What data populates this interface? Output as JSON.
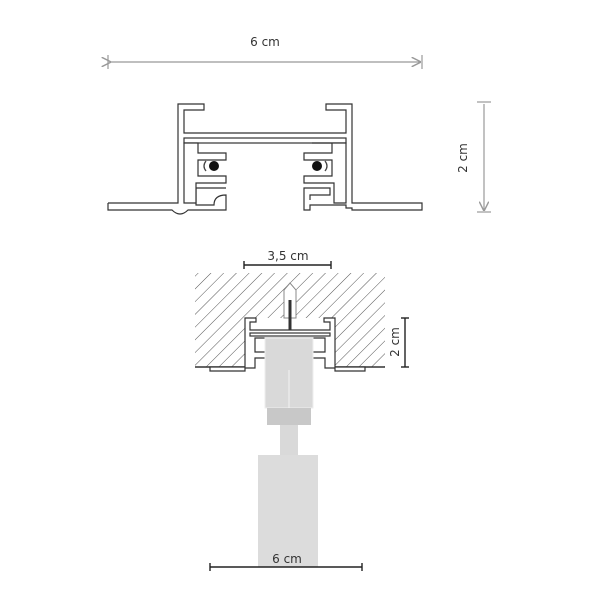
{
  "top_view": {
    "width_label": "6 cm",
    "height_label": "2 cm"
  },
  "mounted_view": {
    "recess_width_label": "3,5 cm",
    "recess_depth_label": "2 cm",
    "fixture_width_label": "6 cm"
  },
  "colors": {
    "outline": "#333333",
    "dimension_top": "#999999",
    "fixture_gray": "#d9d9d9",
    "hatch": "#555555"
  }
}
